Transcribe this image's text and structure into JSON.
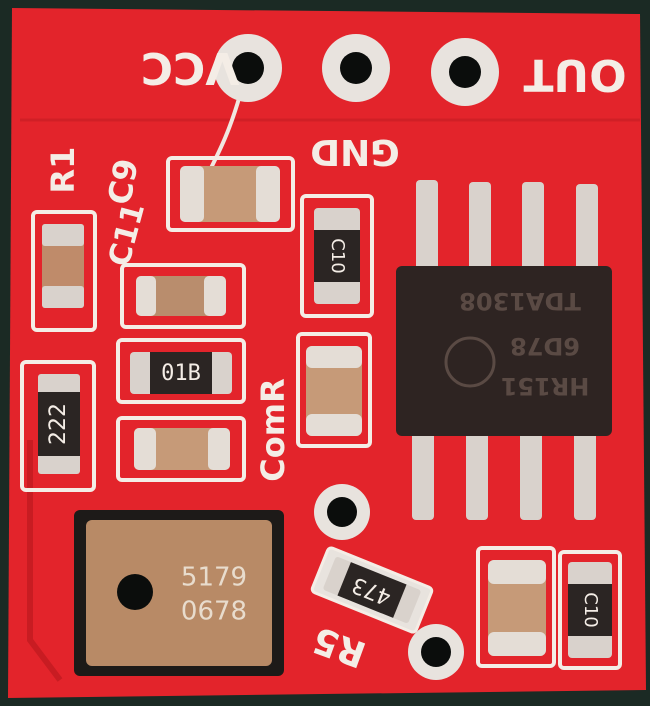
{
  "board": {
    "pcb_color": "#e3242b",
    "silk_color": "#f4ede6",
    "pad_color": "#d9d2cc",
    "chip_color": "#2e2422",
    "mic_color": "#b88a66",
    "background_color": "#1b2a24"
  },
  "silkscreen": {
    "vcc": "VCC",
    "gnd": "GND",
    "out": "OUT",
    "r1": "R1",
    "c9": "C9",
    "c11": "C11",
    "comr": "ComR",
    "r5": "R5"
  },
  "components": {
    "resistor_r1_code": "222",
    "resistor_mid_code": "01B",
    "resistor_r5_code": "473",
    "cap_c10_code": "C10",
    "cap_br_code": "C10",
    "ic_line1": "TDA1308",
    "ic_line2": "6D78",
    "ic_line3": "HR151",
    "mic_line1": "5179",
    "mic_line2": "0678"
  }
}
